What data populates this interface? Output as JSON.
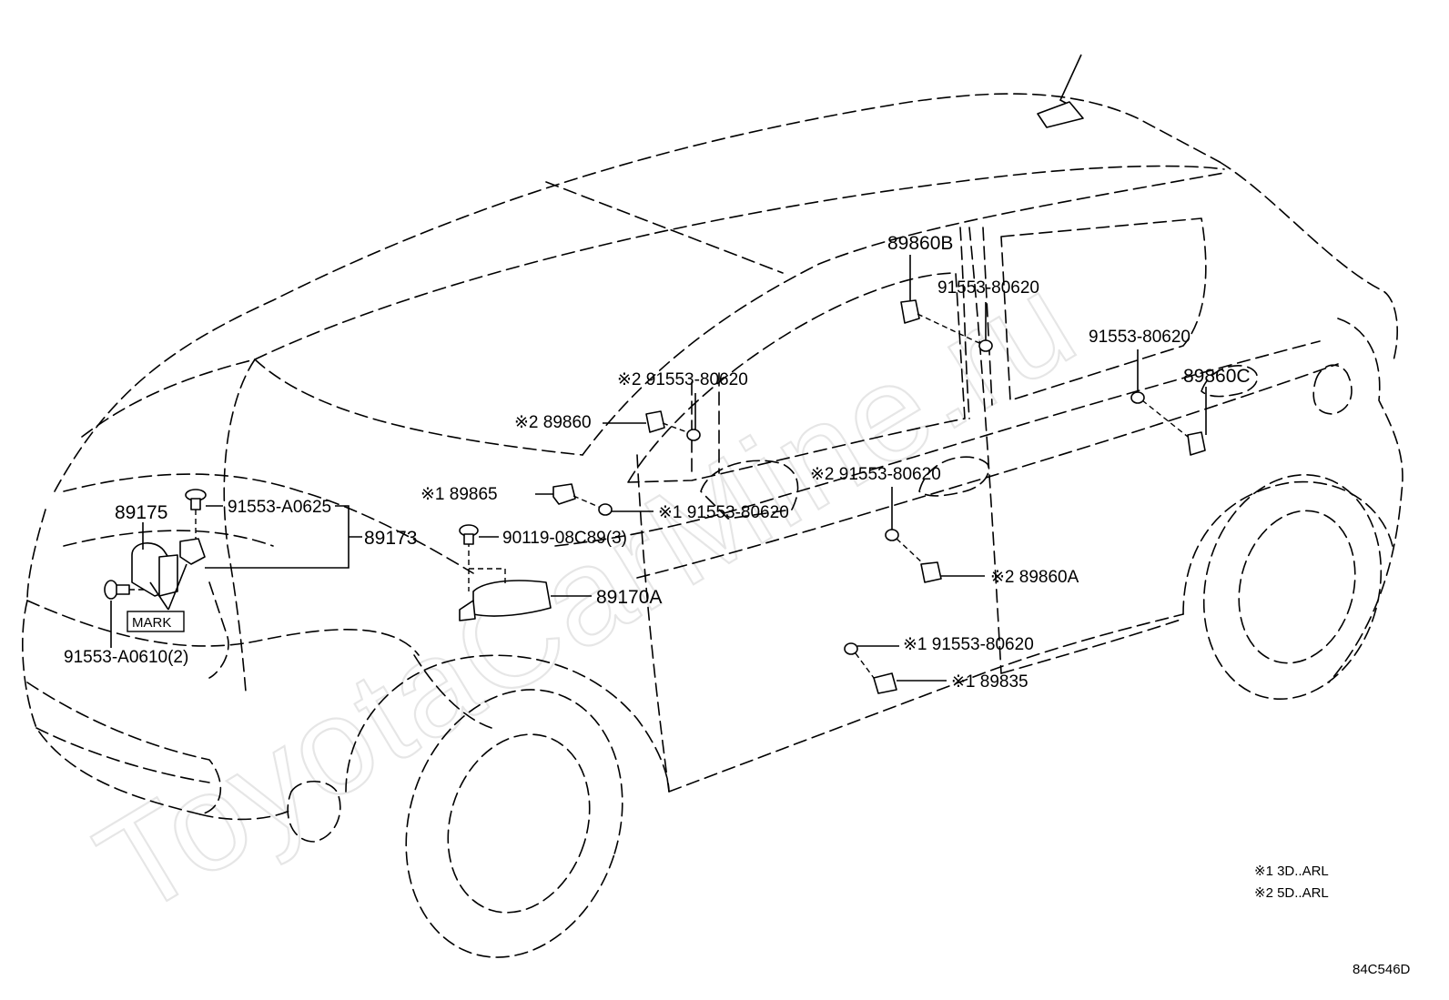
{
  "diagram": {
    "watermark": "ToyotaCarMine.ru",
    "figure_code": "84C546D",
    "notes": [
      "※1 3D..ARL",
      "※2 5D..ARL"
    ],
    "mark_label": "MARK",
    "parts": {
      "p89175": "89175",
      "p89173": "89173",
      "pA0625": "91553-A0625",
      "pA0610": "91553-A0610(2)",
      "p90119": "90119-08C89(3)",
      "p89170A": "89170A",
      "p89865": "※1 89865",
      "p80620_m1": "※1 91553-80620",
      "p89860": "※2 89860",
      "p80620_m2": "※2 91553-80620",
      "p89860B": "89860B",
      "p80620_b": "91553-80620",
      "p80620_c": "91553-80620",
      "p89860C": "89860C",
      "p80620_d2": "※2 91553-80620",
      "p89860A": "※2 89860A",
      "p80620_d1": "※1 91553-80620",
      "p89835": "※1 89835"
    }
  }
}
